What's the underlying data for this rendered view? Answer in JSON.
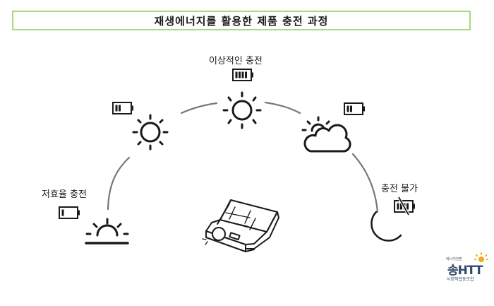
{
  "title": "재생에너지를 활용한 제품 충전 과정",
  "stages": [
    {
      "id": "sunrise",
      "label": "저효율 충전",
      "weather_icon": "sunrise-icon",
      "battery_level": 0.25,
      "battery_bars": 1
    },
    {
      "id": "morning-sun",
      "label": "",
      "weather_icon": "sun-icon",
      "battery_level": 0.5,
      "battery_bars": 2
    },
    {
      "id": "noon-sun",
      "label": "이상적인 충전",
      "weather_icon": "sun-icon",
      "battery_level": 1.0,
      "battery_bars": 4
    },
    {
      "id": "cloudy",
      "label": "",
      "weather_icon": "partly-cloudy-icon",
      "battery_level": 0.5,
      "battery_bars": 2
    },
    {
      "id": "night",
      "label": "충전 불가",
      "weather_icon": "moon-icon",
      "battery_level": 0,
      "battery_bars": 0,
      "battery_disabled": true
    }
  ],
  "center_device": "solar-panel-projector",
  "colors": {
    "title_border": "#a8d97a",
    "arc_line": "#777777",
    "icon_stroke": "#1a1a1a",
    "logo_orange": "#f5a623",
    "logo_navy": "#2f4a6a"
  },
  "logo": {
    "top_text": "에너지전환",
    "main_text": "송HTT",
    "bottom_text": "사회적협동조합"
  }
}
